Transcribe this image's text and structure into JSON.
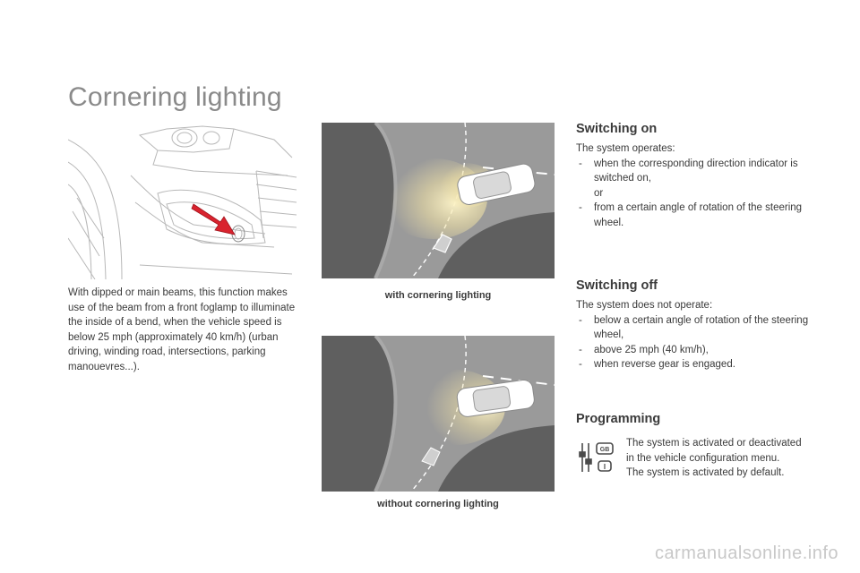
{
  "title": "Cornering lighting",
  "intro": "With dipped or main beams, this function makes use of the beam from a front foglamp to illuminate the inside of a bend, when the vehicle speed is below 25 mph (approximately 40 km/h) (urban driving, winding road, intersections, parking manouevres...).",
  "captions": {
    "with": "with cornering lighting",
    "without": "without cornering lighting"
  },
  "switching_on": {
    "heading": "Switching on",
    "intro": "The system operates:",
    "item1": "when the corresponding direction indicator is switched on,",
    "or": "or",
    "item2": "from a certain angle of rotation of the steering wheel."
  },
  "switching_off": {
    "heading": "Switching off",
    "intro": "The system does not operate:",
    "items": [
      "below a certain angle of rotation of the steering wheel,",
      "above 25 mph (40 km/h),",
      "when reverse gear is engaged."
    ]
  },
  "programming": {
    "heading": "Programming",
    "line1": "The system is activated or deactivated in the vehicle configuration menu.",
    "line2": "The system is activated by default.",
    "icon_badge_top": "GB",
    "icon_badge_bottom": "I"
  },
  "icons": {
    "programming": "config-menu-icon"
  },
  "colors": {
    "title": "#8a8a8a",
    "text": "#3a3a3a",
    "arrow": "#d9232e",
    "road": "#9a9a9a",
    "dark": "#5f5f5f",
    "beam": "#f2e3a6"
  },
  "watermark": "carmanualsonline.info"
}
